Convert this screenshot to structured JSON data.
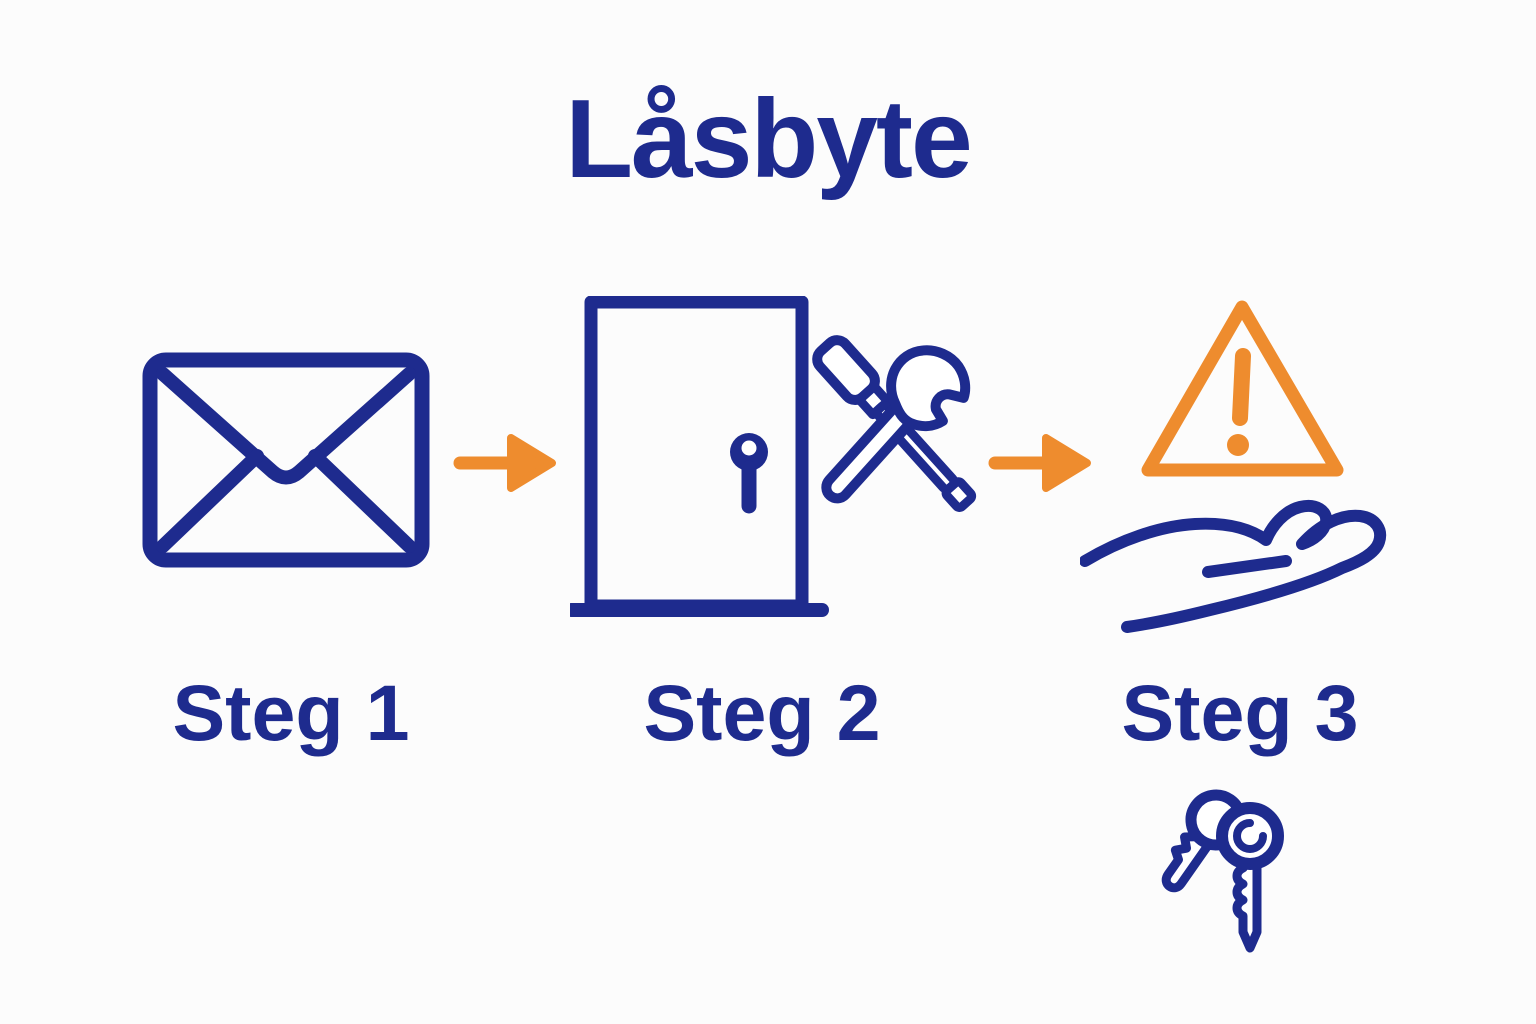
{
  "title": "Låsbyte",
  "colors": {
    "primary_blue": "#1e2b8e",
    "accent_orange": "#ee8c2e",
    "background": "#fcfcfc"
  },
  "steps": [
    {
      "label": "Steg 1",
      "icons": [
        "envelope-icon"
      ]
    },
    {
      "label": "Steg 2",
      "icons": [
        "door-icon",
        "screwdriver-icon",
        "wrench-icon"
      ]
    },
    {
      "label": "Steg 3",
      "icons": [
        "warning-triangle-icon",
        "open-hand-icon",
        "keys-icon"
      ]
    }
  ],
  "connectors": [
    {
      "icon": "arrow-right-icon"
    },
    {
      "icon": "arrow-right-icon"
    }
  ]
}
